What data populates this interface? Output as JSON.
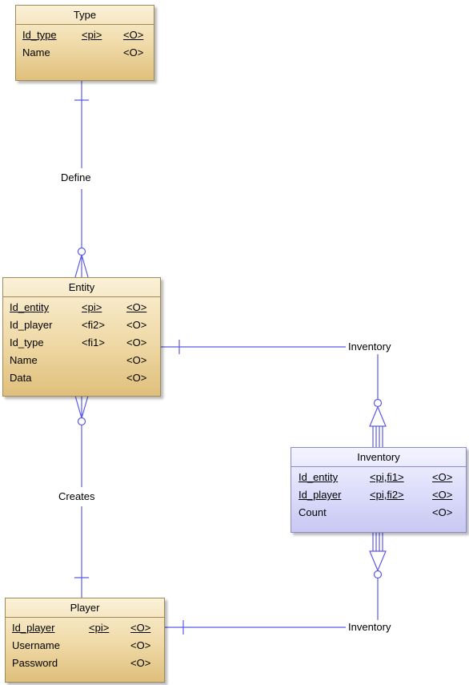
{
  "entities": {
    "type": {
      "title": "Type",
      "attributes": [
        {
          "name": "Id_type",
          "key": "<pi>",
          "flag": "<O>",
          "underline": true
        },
        {
          "name": "Name",
          "key": "",
          "flag": "<O>",
          "underline": false
        }
      ]
    },
    "entity": {
      "title": "Entity",
      "attributes": [
        {
          "name": "Id_entity",
          "key": "<pi>",
          "flag": "<O>",
          "underline": true
        },
        {
          "name": "Id_player",
          "key": "<fi2>",
          "flag": "<O>",
          "underline": false
        },
        {
          "name": "Id_type",
          "key": "<fi1>",
          "flag": "<O>",
          "underline": false
        },
        {
          "name": "Name",
          "key": "",
          "flag": "<O>",
          "underline": false
        },
        {
          "name": "Data",
          "key": "",
          "flag": "<O>",
          "underline": false
        }
      ]
    },
    "inventory": {
      "title": "Inventory",
      "attributes": [
        {
          "name": "Id_entity",
          "key": "<pi,fi1>",
          "flag": "<O>",
          "underline": true
        },
        {
          "name": "Id_player",
          "key": "<pi,fi2>",
          "flag": "<O>",
          "underline": true
        },
        {
          "name": "Count",
          "key": "",
          "flag": "<O>",
          "underline": false
        }
      ]
    },
    "player": {
      "title": "Player",
      "attributes": [
        {
          "name": "Id_player",
          "key": "<pi>",
          "flag": "<O>",
          "underline": true
        },
        {
          "name": "Username",
          "key": "",
          "flag": "<O>",
          "underline": false
        },
        {
          "name": "Password",
          "key": "",
          "flag": "<O>",
          "underline": false
        }
      ]
    }
  },
  "relationships": {
    "define": {
      "label": "Define"
    },
    "creates": {
      "label": "Creates"
    },
    "inventory_entity": {
      "label": "Inventory"
    },
    "inventory_player": {
      "label": "Inventory"
    }
  },
  "colors": {
    "line": "#5a5ae6",
    "entity_border": "#a08a55",
    "assoc_border": "#8a8acf"
  }
}
